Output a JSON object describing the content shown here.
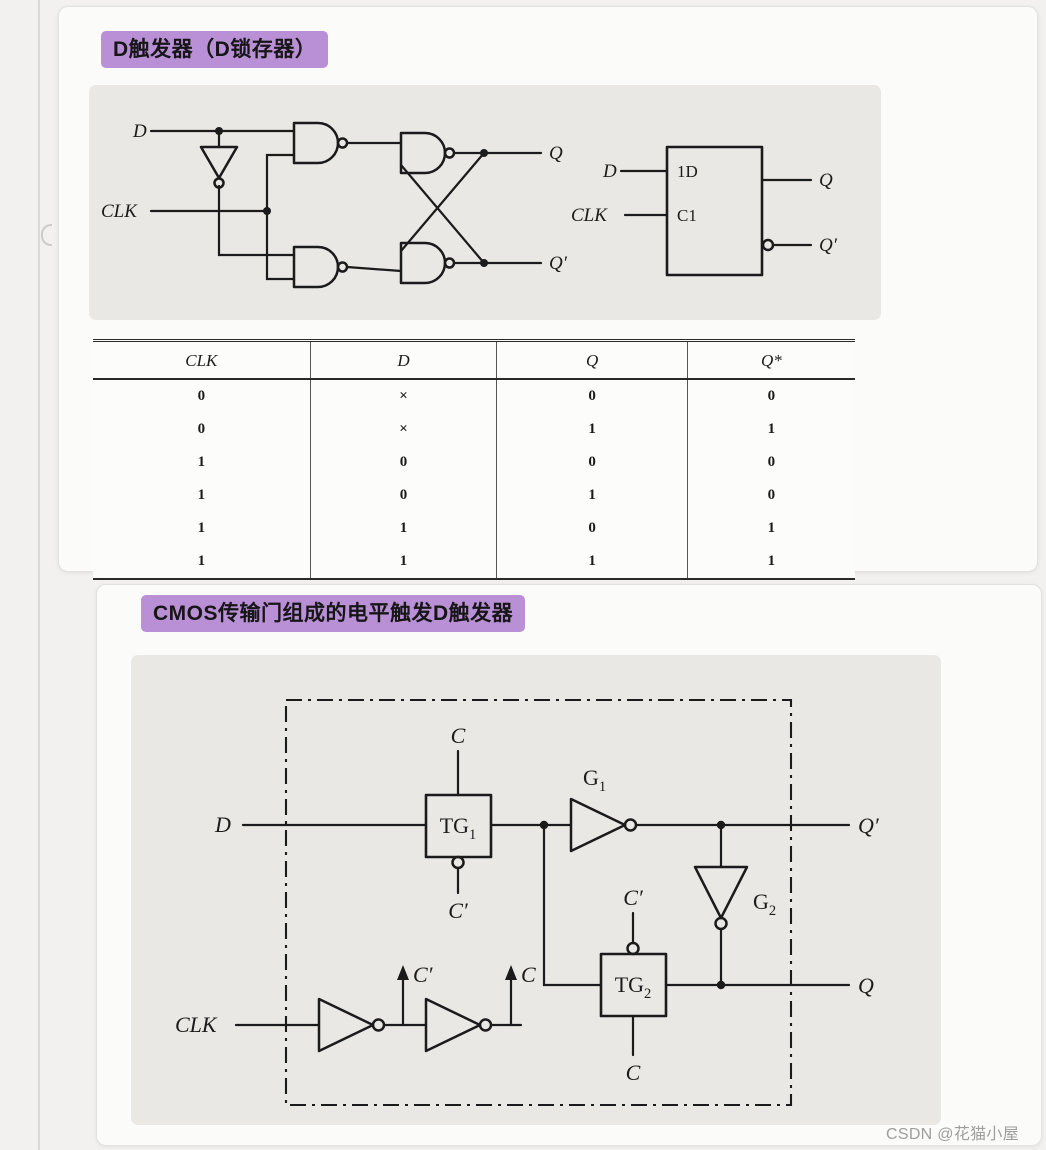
{
  "theme": {
    "badge-bg": "#b98fd6",
    "badge-text": "#161616",
    "panel-bg": "#e9e8e4",
    "card-bg": "#fbfbf9",
    "page-bg": "#f2f1ef",
    "ink": "#1b1b1b",
    "watermark-color": "#9e9e9e"
  },
  "page": {
    "watermark": "CSDN @花猫小屋"
  },
  "section1": {
    "title": "D触发器（D锁存器）",
    "circuit": {
      "d": "D",
      "clk": "CLK",
      "q": "Q",
      "qn": "Q′"
    },
    "symbol": {
      "d": "D",
      "clk": "CLK",
      "pin_d": "1D",
      "pin_c": "C1",
      "q": "Q",
      "qn": "Q′"
    },
    "truth_table": {
      "headers": [
        "CLK",
        "D",
        "Q",
        "Q*"
      ],
      "rows": [
        [
          "0",
          "×",
          "0",
          "0"
        ],
        [
          "0",
          "×",
          "1",
          "1"
        ],
        [
          "1",
          "0",
          "0",
          "0"
        ],
        [
          "1",
          "0",
          "1",
          "0"
        ],
        [
          "1",
          "1",
          "0",
          "1"
        ],
        [
          "1",
          "1",
          "1",
          "1"
        ]
      ]
    }
  },
  "section2": {
    "title": "CMOS传输门组成的电平触发D触发器",
    "circuit": {
      "d": "D",
      "clk": "CLK",
      "q": "Q",
      "qn": "Q′",
      "c_top": "C",
      "cp_tg1": "C′",
      "cp_tg2": "C′",
      "c_tg2": "C",
      "cp_arrow": "C′",
      "c_arrow": "C",
      "tg1_label": "TG",
      "tg1_sub": "1",
      "tg2_label": "TG",
      "tg2_sub": "2",
      "g1_label": "G",
      "g1_sub": "1",
      "g2_label": "G",
      "g2_sub": "2"
    }
  }
}
